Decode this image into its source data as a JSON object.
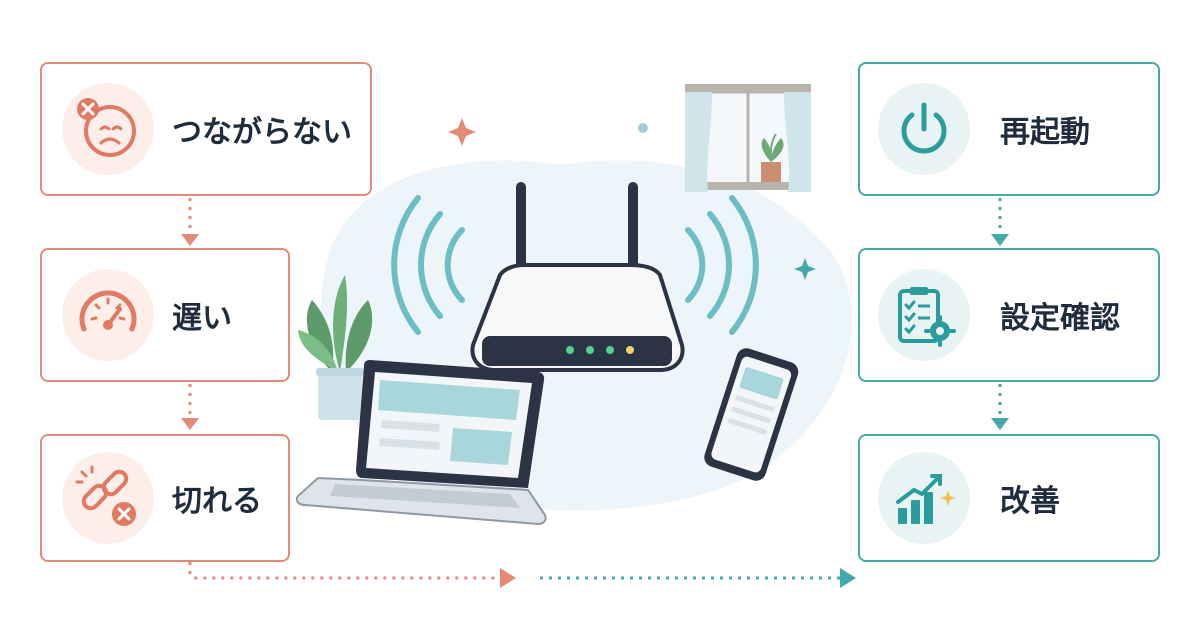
{
  "problems": {
    "items": [
      {
        "label": "つながらない",
        "icon": "sad-face-error-icon"
      },
      {
        "label": "遅い",
        "icon": "speedometer-icon"
      },
      {
        "label": "切れる",
        "icon": "broken-link-icon"
      }
    ]
  },
  "solutions": {
    "items": [
      {
        "label": "再起動",
        "icon": "power-icon"
      },
      {
        "label": "設定確認",
        "icon": "checklist-gear-icon"
      },
      {
        "label": "改善",
        "icon": "growth-chart-icon"
      }
    ]
  },
  "colors": {
    "problem": "#e58a74",
    "solution": "#45a9a9",
    "text": "#1f2c3d"
  }
}
